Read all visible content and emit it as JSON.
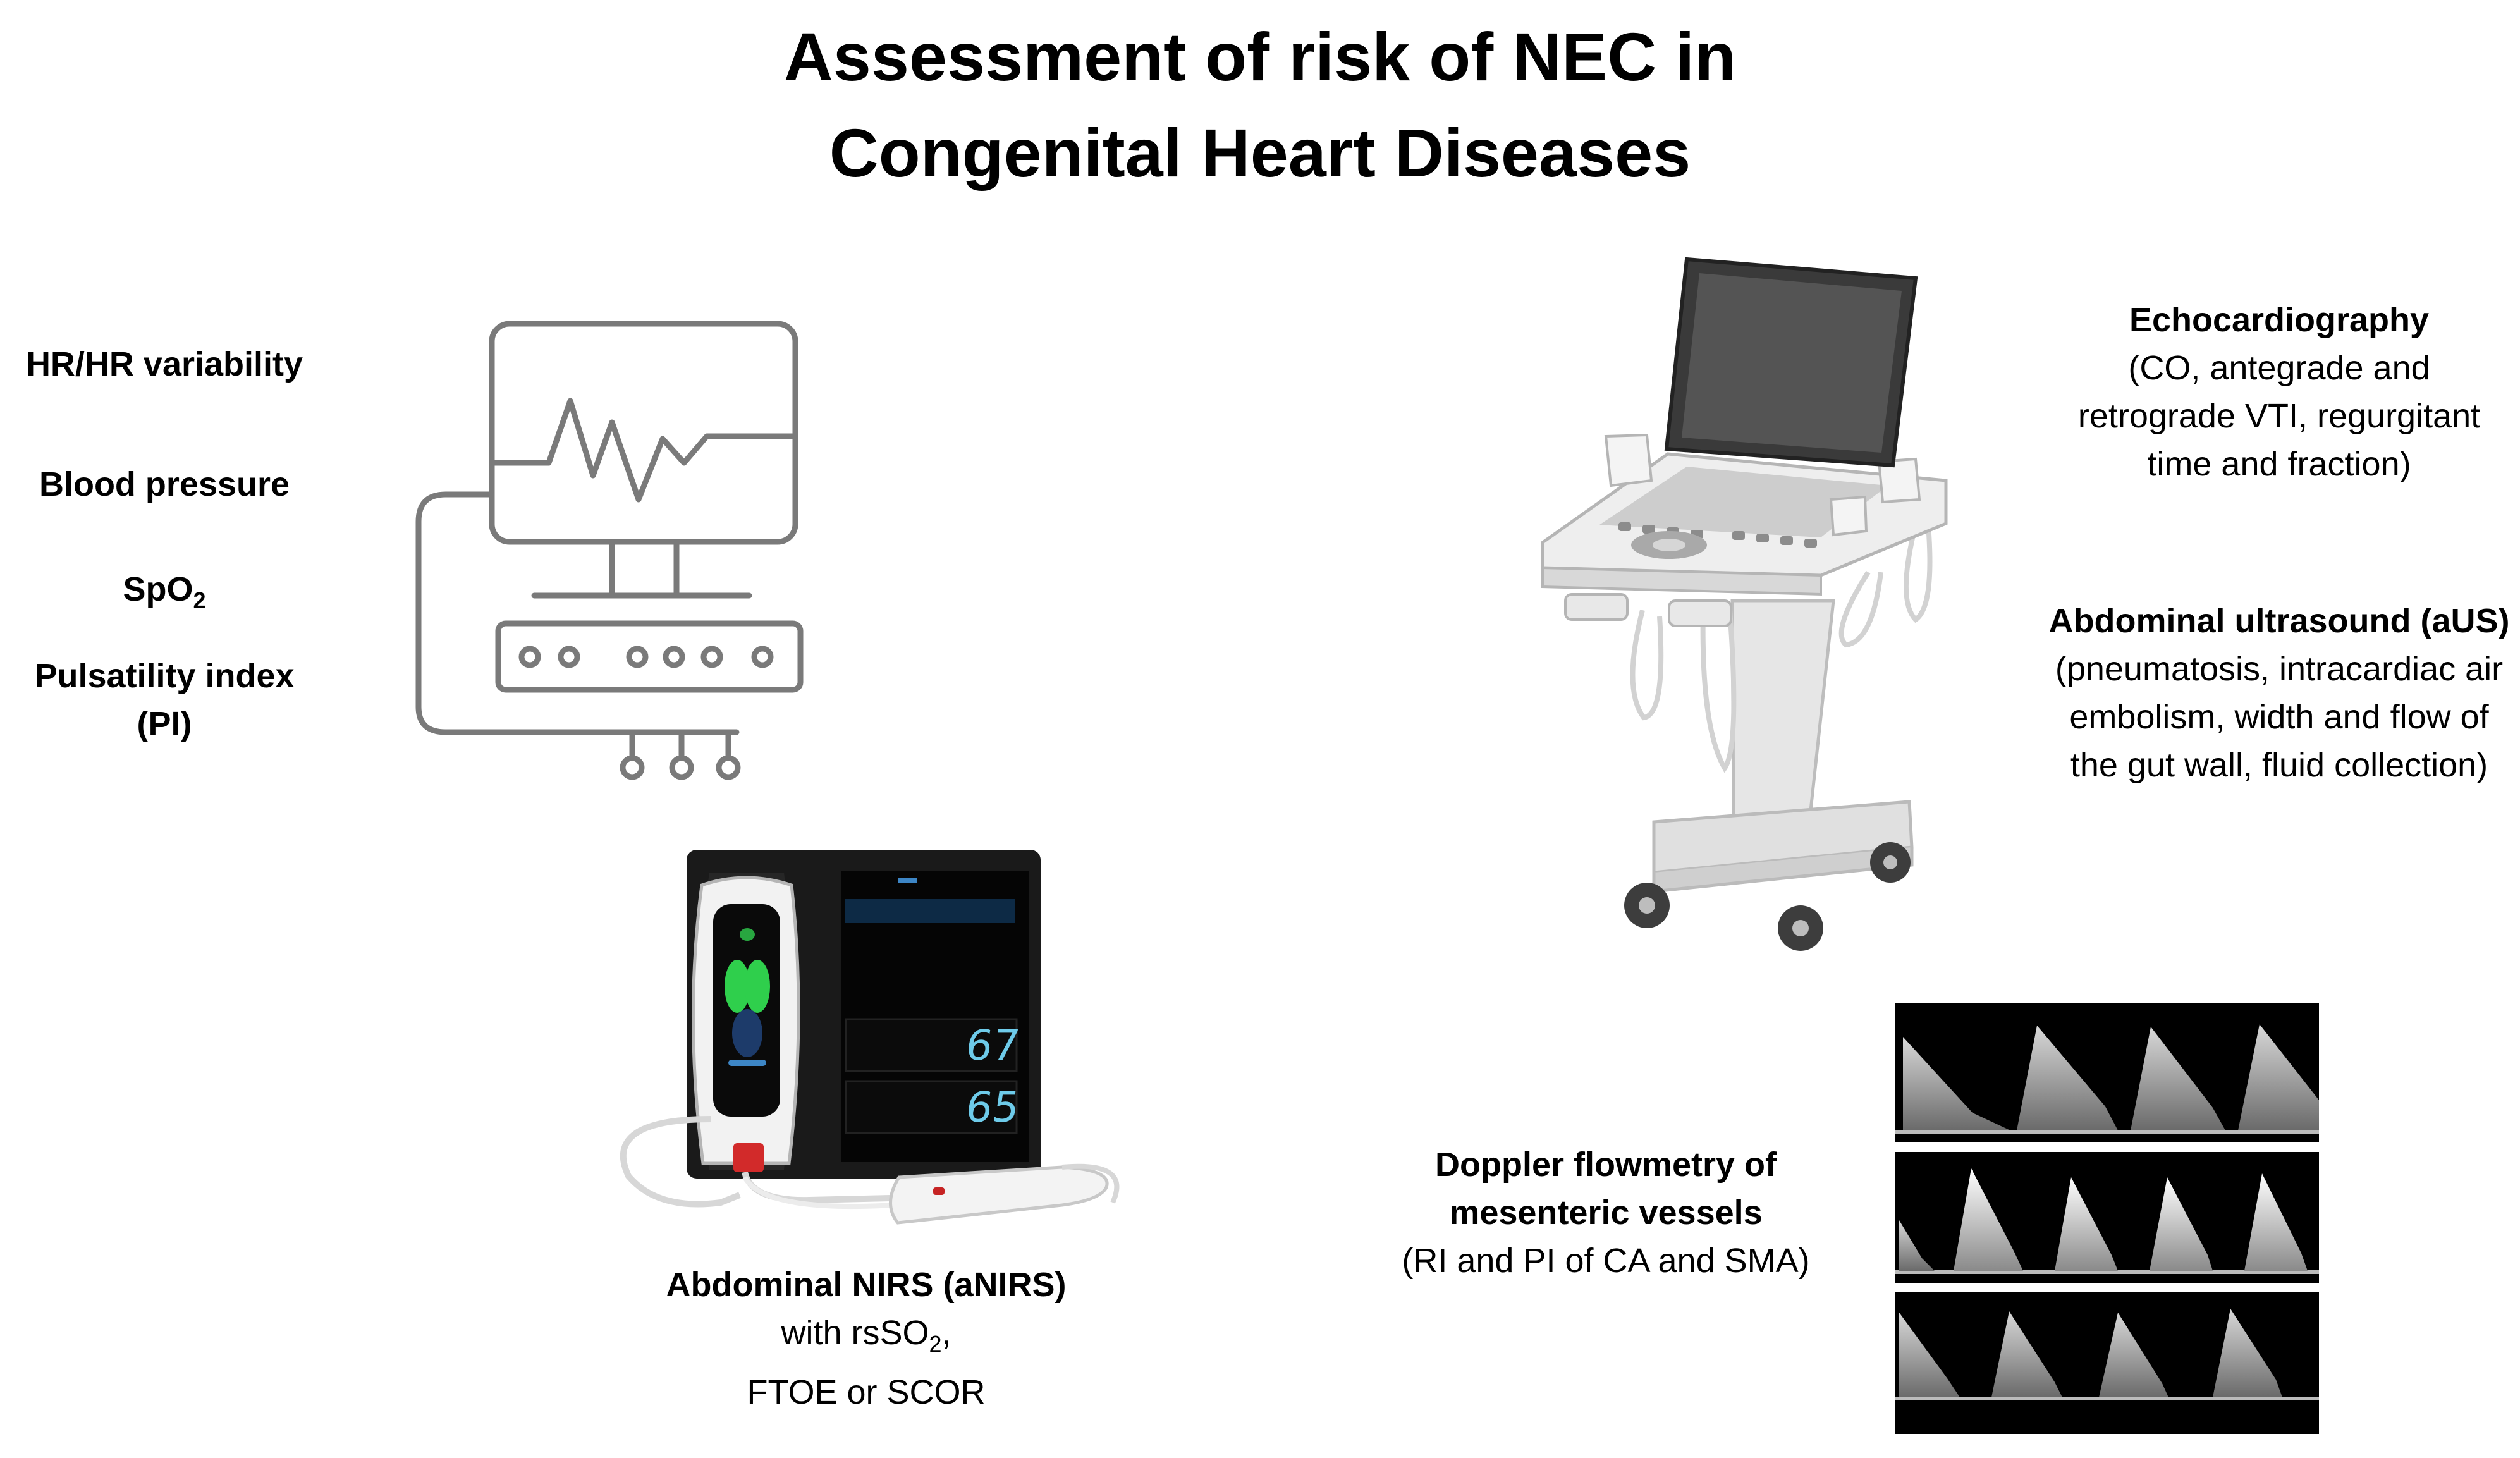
{
  "title": {
    "line1": "Assessment of risk of NEC in",
    "line2": "Congenital Heart Diseases"
  },
  "monitor_labels": {
    "hr": "HR/HR variability",
    "bp": "Blood pressure",
    "spo2_base": "SpO",
    "spo2_sub": "2",
    "pi_line1": "Pulsatility index",
    "pi_line2": "(PI)"
  },
  "echo": {
    "heading": "Echocardiography",
    "line1": "(CO, antegrade and",
    "line2": "retrograde VTI, regurgitant",
    "line3": "time and fraction)"
  },
  "aus": {
    "heading": "Abdominal ultrasound (aUS)",
    "line1": "(pneumatosis, intracardiac air",
    "line2": "embolism, width and flow of",
    "line3": "the gut wall, fluid collection)"
  },
  "nirs": {
    "heading": "Abdominal NIRS (aNIRS)",
    "line1_base": "with rsSO",
    "line1_sub": "2",
    "line1_end": ",",
    "line2": "FTOE or SCOR",
    "screen_value_top": "67",
    "screen_value_bottom": "65"
  },
  "doppler": {
    "heading_line1": "Doppler flowmetry of",
    "heading_line2": "mesenteric vessels",
    "line1": "(RI and PI of CA and SMA)"
  }
}
